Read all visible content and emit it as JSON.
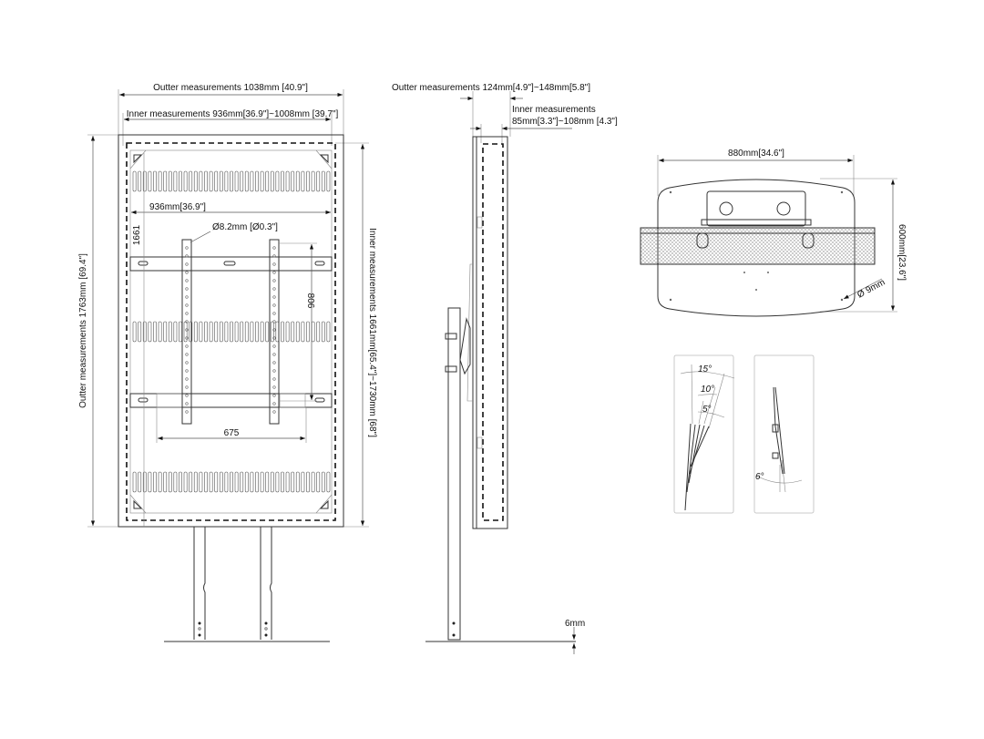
{
  "front_view": {
    "outer_width_label": "Outter measurements 1038mm [40.9\"]",
    "inner_width_label": "Inner measurements  936mm[36.9\"]~1008mm [39.7\"]",
    "outer_height_label": "Outter measurements 1763mm [69.4\"]",
    "inner_height_label": "Inner measurements  1661mm[65.4\"]~1730mm [68\"]",
    "panel_width_label": "936mm[36.9\"]",
    "height_1661_label": "1661",
    "hole_label": "Ø8.2mm [Ø0.3\"]",
    "vertical_806_label": "806",
    "horizontal_675_label": "675"
  },
  "side_view": {
    "outer_depth_label": "Outter measurements 124mm[4.9\"]~148mm[5.8\"]",
    "inner_depth_title": "Inner measurements",
    "inner_depth_value": "85mm[3.3\"]~108mm [4.3\"]",
    "base_thickness_label": "6mm"
  },
  "base_view": {
    "width_label": "880mm[34.6\"]",
    "depth_label": "600mm[23.6\"]",
    "hole_label": "Ø 9mm"
  },
  "tilt_views": {
    "angle_15": "15°",
    "angle_10": "10°",
    "angle_5": "5°",
    "angle_6": "6°"
  }
}
